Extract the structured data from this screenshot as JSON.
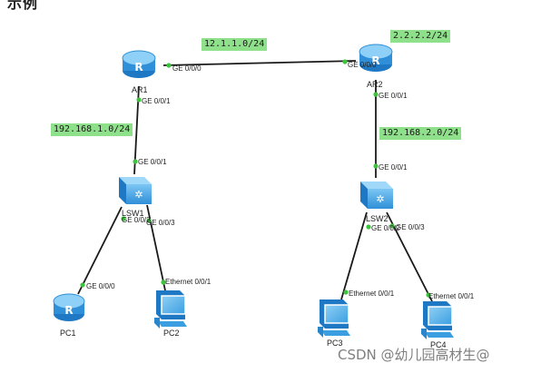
{
  "title": "示例",
  "watermark": "CSDN @幼儿园高材生@",
  "colors": {
    "link": "#1a1a1a",
    "port_dot": "#3cc43c",
    "subnet_label_bg": "#8fe08a",
    "router_fill": "#4aa6e6",
    "switch_fill": "#4aa6e6",
    "pc_fill": "#5ab4ee"
  },
  "subnets": {
    "ar1_ar2": "12.1.1.0/24",
    "ar2_loopback": "2.2.2.2/24",
    "ar1_lsw1": "192.168.1.0/24",
    "ar2_lsw2": "192.168.2.0/24"
  },
  "devices": {
    "ar1": {
      "name": "AR1",
      "icon": "router-icon"
    },
    "ar2": {
      "name": "AR2",
      "icon": "router-icon"
    },
    "lsw1": {
      "name": "LSW1",
      "icon": "switch-icon"
    },
    "lsw2": {
      "name": "LSW2",
      "icon": "switch-icon"
    },
    "pc1": {
      "name": "PC1",
      "icon": "router-icon"
    },
    "pc2": {
      "name": "PC2",
      "icon": "pc-icon"
    },
    "pc3": {
      "name": "PC3",
      "icon": "pc-icon"
    },
    "pc4": {
      "name": "PC4",
      "icon": "pc-icon"
    }
  },
  "ports": {
    "ar1_to_ar2": "GE 0/0/0",
    "ar2_to_ar1": "GE 0/0/0",
    "ar1_to_lsw1": "GE 0/0/1",
    "ar2_to_lsw2": "GE 0/0/1",
    "lsw1_to_ar1": "GE 0/0/1",
    "lsw2_to_ar2": "GE 0/0/1",
    "lsw1_to_pc1": "GE 0/0/2",
    "lsw1_to_pc2": "GE 0/0/3",
    "lsw2_to_pc3": "GE 0/0/2",
    "lsw2_to_pc4": "GE 0/0/3",
    "pc1_to_lsw1": "GE 0/0/0",
    "pc2_to_lsw1": "Ethernet 0/0/1",
    "pc3_to_lsw2": "Ethernet 0/0/1",
    "pc4_to_lsw2": "Ethernet 0/0/1"
  }
}
